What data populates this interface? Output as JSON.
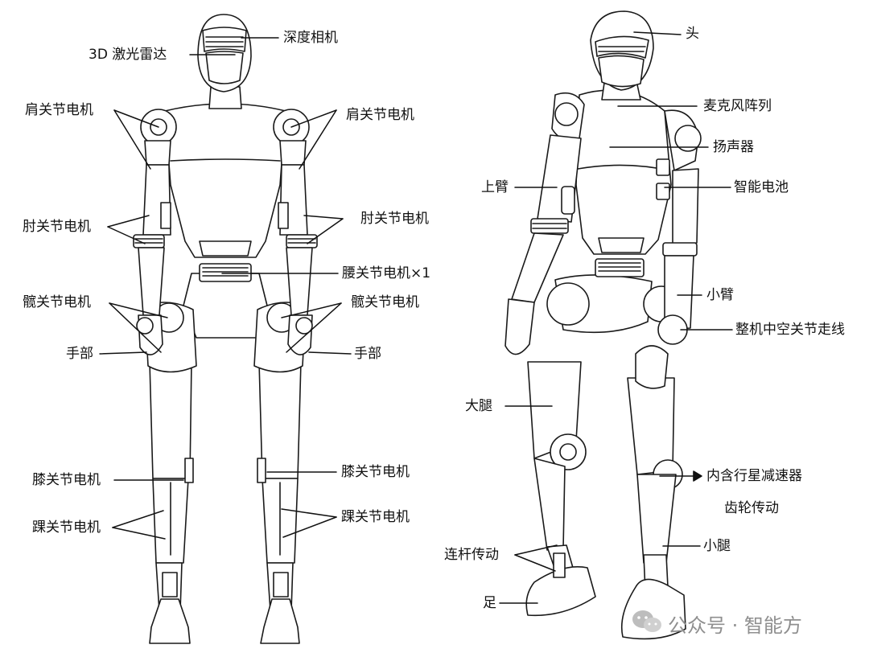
{
  "front_view": {
    "labels": {
      "depth_camera": "深度相机",
      "lidar": "3D 激光雷达",
      "shoulder_left": "肩关节电机",
      "shoulder_right": "肩关节电机",
      "elbow_left": "肘关节电机",
      "elbow_right": "肘关节电机",
      "waist": "腰关节电机×1",
      "hip_left": "髋关节电机",
      "hip_right": "髋关节电机",
      "hand_left": "手部",
      "hand_right": "手部",
      "knee_left": "膝关节电机",
      "knee_right": "膝关节电机",
      "ankle_left": "踝关节电机",
      "ankle_right": "踝关节电机"
    }
  },
  "side_view": {
    "labels": {
      "head": "头",
      "mic_array": "麦克风阵列",
      "speaker": "扬声器",
      "upper_arm": "上臂",
      "battery": "智能电池",
      "forearm": "小臂",
      "hollow_routing": "整机中空关节走线",
      "thigh": "大腿",
      "planetary_line1": "内含行星减速器",
      "planetary_line2": "齿轮传动",
      "shank": "小腿",
      "linkage": "连杆传动",
      "foot": "足"
    }
  },
  "watermark": {
    "text": "公众号 · 智能方",
    "logo_icon": "wechat-logo-icon"
  }
}
